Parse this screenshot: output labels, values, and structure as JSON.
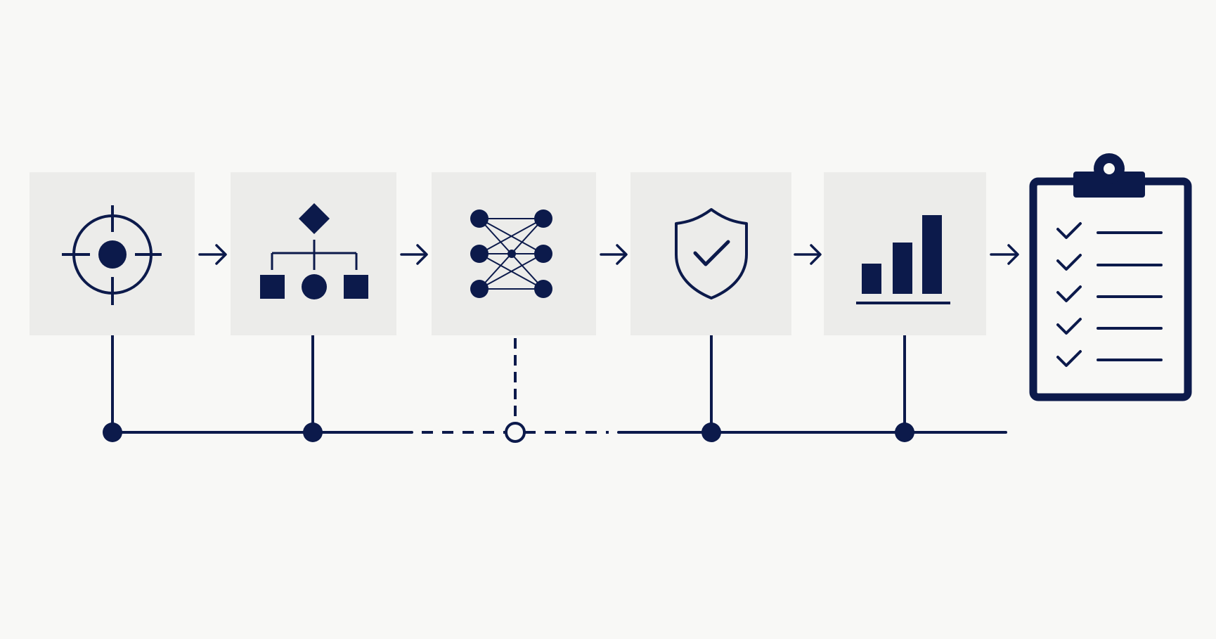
{
  "colors": {
    "background": "#f8f8f6",
    "card": "#ececea",
    "ink": "#0c1a4b"
  },
  "steps": [
    {
      "icon": "target-crosshair-icon",
      "connection": "solid"
    },
    {
      "icon": "hierarchy-decision-icon",
      "connection": "solid"
    },
    {
      "icon": "neural-network-icon",
      "connection": "dashed"
    },
    {
      "icon": "shield-check-icon",
      "connection": "solid"
    },
    {
      "icon": "bar-chart-icon",
      "connection": "solid"
    }
  ],
  "final_output": {
    "icon": "checklist-clipboard-icon",
    "checklist_items": 5
  },
  "timeline": {
    "segments": [
      "solid",
      "solid",
      "dashed",
      "dashed",
      "solid",
      "solid"
    ],
    "node_styles": [
      "filled",
      "filled",
      "hollow",
      "filled",
      "filled"
    ]
  }
}
